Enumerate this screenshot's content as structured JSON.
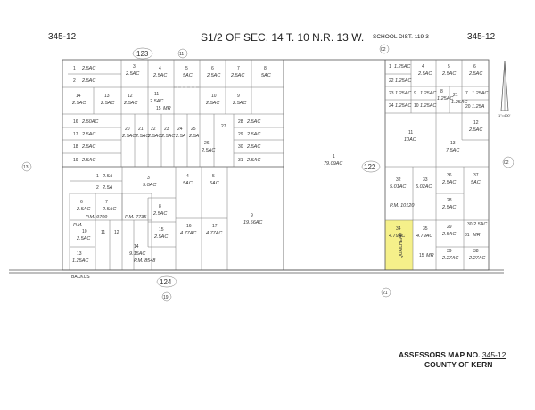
{
  "header": {
    "map_no_left": "345-12",
    "title": "S1/2 OF SEC. 14 T. 10 N.R. 13 W.",
    "school_dist": "SCHOOL DIST. 119-3",
    "map_no_right": "345-12"
  },
  "adjacent": {
    "top_left": "123",
    "top_11": "11",
    "top_02": "02",
    "left_13": "13",
    "right_02": "02",
    "mid_122": "122",
    "bottom_124": "124",
    "bottom_19": "19",
    "bottom_21": "21"
  },
  "road": {
    "name": "BACKUS",
    "street": "QUAILHEAD"
  },
  "north_arrow": {
    "scale": "1\"=400'"
  },
  "highlight_color": "#f5f08a",
  "parcels": {
    "p1": {
      "n": "1",
      "ac": "2.5AC"
    },
    "p2": {
      "n": "2",
      "ac": "2.5AC"
    },
    "p3": {
      "n": "3",
      "ac": "2.5AC"
    },
    "p4": {
      "n": "4",
      "ac": "2.5AC"
    },
    "p5": {
      "n": "5",
      "ac": "5AC"
    },
    "p6": {
      "n": "6",
      "ac": "2.5AC"
    },
    "p7": {
      "n": "7",
      "ac": "2.5AC"
    },
    "p8": {
      "n": "8",
      "ac": "5AC"
    },
    "p14": {
      "n": "14",
      "ac": "2.5AC"
    },
    "p13": {
      "n": "13",
      "ac": "2.5AC"
    },
    "p12": {
      "n": "12",
      "ac": "2.5AC"
    },
    "p11": {
      "n": "11",
      "ac": "2.5AC"
    },
    "p15mr": {
      "n": "15",
      "ac": "MR"
    },
    "p10": {
      "n": "10",
      "ac": "2.5AC"
    },
    "p9": {
      "n": "9",
      "ac": "2.5AC"
    },
    "p16": {
      "n": "16",
      "ac": "2.50AC"
    },
    "p17": {
      "n": "17",
      "ac": "2.5AC"
    },
    "p18": {
      "n": "18",
      "ac": "2.5AC"
    },
    "p19": {
      "n": "19",
      "ac": "2.5AC"
    },
    "p20": {
      "n": "20",
      "ac": "2.5AC"
    },
    "p21": {
      "n": "21",
      "ac": "2.5AC"
    },
    "p22": {
      "n": "22",
      "ac": "2.5AC"
    },
    "p23": {
      "n": "23",
      "ac": "2.5AC"
    },
    "p24": {
      "n": "24",
      "ac": "2.5A"
    },
    "p25": {
      "n": "25",
      "ac": "2.5A"
    },
    "p26": {
      "n": "26",
      "ac": "2.5AC"
    },
    "p27": {
      "n": "27",
      "ac": ""
    },
    "p28": {
      "n": "28",
      "ac": "2.5AC"
    },
    "p29": {
      "n": "29",
      "ac": "2.5AC"
    },
    "p30": {
      "n": "30",
      "ac": "2.5AC"
    },
    "p31": {
      "n": "31",
      "ac": "2.5AC"
    },
    "big1": {
      "n": "1",
      "ac": "79.09AC"
    },
    "r1": {
      "n": "1",
      "ac": "1.25AC"
    },
    "r2": {
      "n": "4",
      "ac": "2.5AC"
    },
    "r3": {
      "n": "5",
      "ac": "2.5AC"
    },
    "r4": {
      "n": "6",
      "ac": "2.5AC"
    },
    "r5": {
      "n": "22",
      "ac": "1.25AC"
    },
    "r6": {
      "n": "23",
      "ac": "1.25AC"
    },
    "r7": {
      "n": "9",
      "ac": "1.25AC"
    },
    "r8": {
      "n": "8",
      "ac": "1.25AC"
    },
    "r9": {
      "n": "21",
      "ac": "1.25AC"
    },
    "r10": {
      "n": "7",
      "ac": "1.25AC"
    },
    "r11": {
      "n": "24",
      "ac": "1.25AC"
    },
    "r12": {
      "n": "10",
      "ac": "1.25AC"
    },
    "r13": {
      "n": "20",
      "ac": "1.25A"
    },
    "r14": {
      "n": "12",
      "ac": "2.5AC"
    },
    "r15": {
      "n": "11",
      "ac": "10AC"
    },
    "r16": {
      "n": "13",
      "ac": "7.5AC"
    },
    "l1": {
      "n": "1",
      "ac": "2.5A"
    },
    "l2": {
      "n": "2",
      "ac": "2.5A"
    },
    "l3": {
      "n": "3",
      "ac": "5.0AC"
    },
    "l4": {
      "n": "4",
      "ac": "5AC"
    },
    "l5": {
      "n": "5",
      "ac": "5AC"
    },
    "l6": {
      "n": "6",
      "ac": "2.5AC"
    },
    "l7": {
      "n": "7",
      "ac": "2.5AC"
    },
    "l8": {
      "n": "8",
      "ac": "2.5AC"
    },
    "l9": {
      "n": "9",
      "ac": "19.56AC"
    },
    "l10": {
      "n": "10",
      "ac": "2.5AC"
    },
    "l11": {
      "n": "11",
      "ac": ""
    },
    "l12": {
      "n": "12",
      "ac": ""
    },
    "l13": {
      "n": "13",
      "ac": "1.25AC"
    },
    "l14": {
      "n": "14",
      "ac": "9.15AC"
    },
    "l15": {
      "n": "15",
      "ac": "2.5AC"
    },
    "l16": {
      "n": "16",
      "ac": "4.77AC"
    },
    "l17": {
      "n": "17",
      "ac": "4.77AC"
    },
    "pm_9709": "P.M. 9709",
    "pm_7735": "P.M. 7735",
    "pm_8548": "P.M. 8548",
    "pm_lbl": "P.M.",
    "s32": {
      "n": "32",
      "ac": "5.01AC"
    },
    "s33": {
      "n": "33",
      "ac": "5.02AC"
    },
    "s34": {
      "n": "34",
      "ac": "4.79AC"
    },
    "s35": {
      "n": "35",
      "ac": "4.79AC"
    },
    "s36": {
      "n": "36",
      "ac": "2.5AC"
    },
    "s37": {
      "n": "37",
      "ac": "5AC"
    },
    "s28": {
      "n": "28",
      "ac": "2.5AC"
    },
    "s29": {
      "n": "29",
      "ac": "2.5AC"
    },
    "s30": {
      "n": "30",
      "ac": "2.5AC"
    },
    "s31mr": {
      "n": "31",
      "ac": "MR"
    },
    "s39": {
      "n": "39",
      "ac": "2.27AC"
    },
    "s38": {
      "n": "38",
      "ac": "2.27AC"
    },
    "s15mr": {
      "n": "15",
      "ac": "MR"
    },
    "pm_10120": "P.M. 10120"
  },
  "footer": {
    "assessors_map": "ASSESSORS MAP NO.",
    "map_no": "345-12",
    "county": "COUNTY OF KERN"
  }
}
